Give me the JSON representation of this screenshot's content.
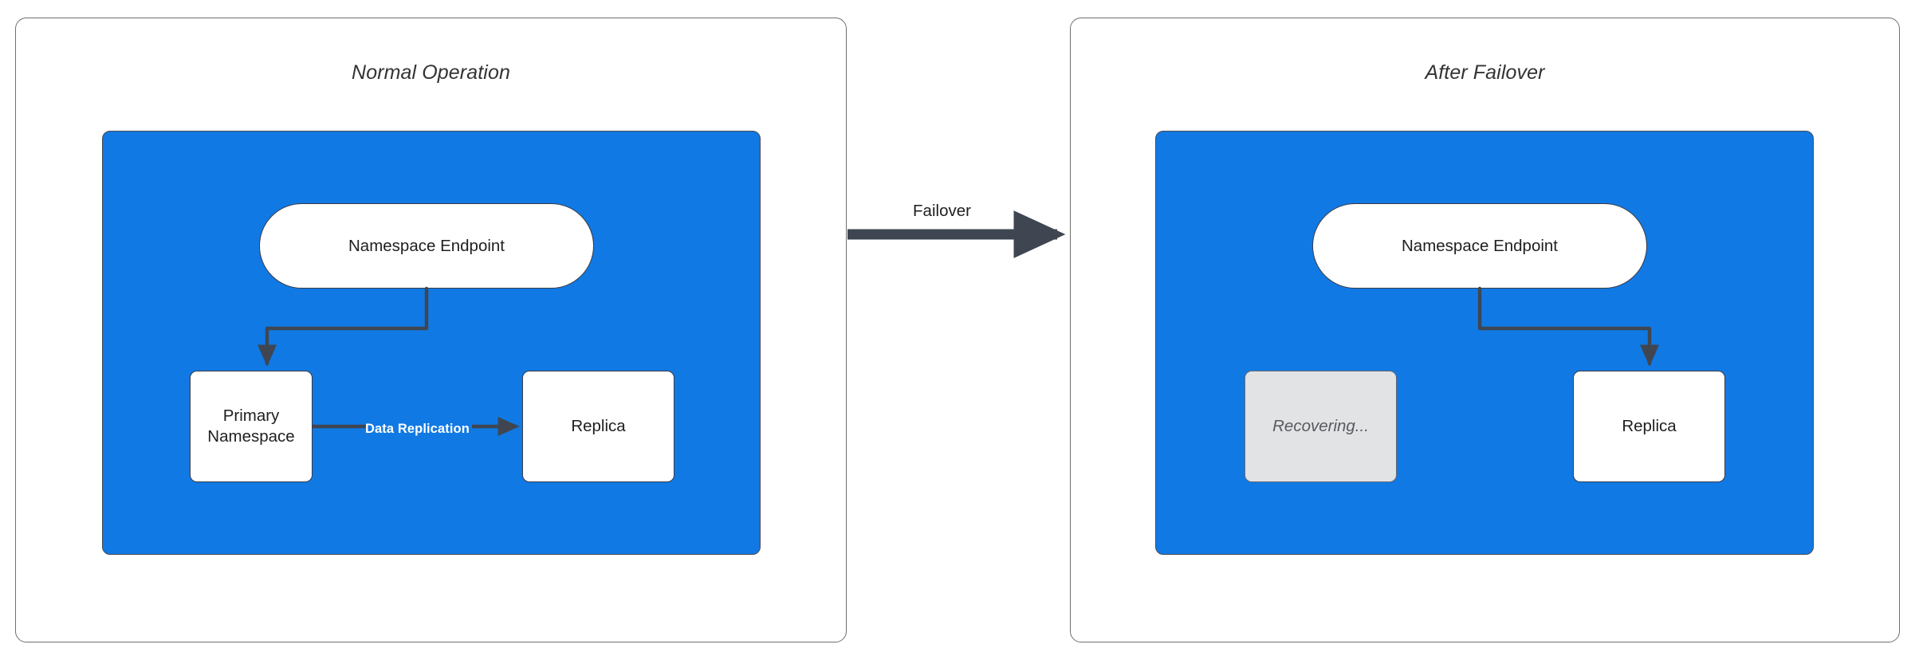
{
  "diagram": {
    "type": "failover-architecture-diagram",
    "background": "#ffffff",
    "accent_blue": "#1179e3",
    "stroke_dark": "#3b3b45",
    "greyed_fill": "#e2e3e5"
  },
  "panels": [
    {
      "id": "normal",
      "title": "Normal Operation",
      "nodes": [
        {
          "id": "endpoint",
          "label": "Namespace Endpoint",
          "shape": "stadium",
          "state": "active"
        },
        {
          "id": "primary",
          "label": "Primary\nNamespace",
          "label_line1": "Primary",
          "label_line2": "Namespace",
          "shape": "rect",
          "state": "active"
        },
        {
          "id": "replica",
          "label": "Replica",
          "shape": "rect",
          "state": "active"
        }
      ],
      "edges": [
        {
          "from": "endpoint",
          "to": "primary",
          "label": "",
          "style": "elbow-arrow"
        },
        {
          "from": "primary",
          "to": "replica",
          "label": "Data Replication",
          "style": "straight-arrow",
          "label_color": "#ffffff"
        }
      ]
    },
    {
      "id": "failover",
      "title": "After Failover",
      "nodes": [
        {
          "id": "endpoint",
          "label": "Namespace Endpoint",
          "shape": "stadium",
          "state": "active"
        },
        {
          "id": "recovering",
          "label": "Recovering...",
          "shape": "rect",
          "state": "greyed"
        },
        {
          "id": "replica",
          "label": "Replica",
          "shape": "rect",
          "state": "active"
        }
      ],
      "edges": [
        {
          "from": "endpoint",
          "to": "replica",
          "label": "",
          "style": "elbow-arrow"
        }
      ]
    }
  ],
  "transition": {
    "label": "Failover",
    "from_panel": "normal",
    "to_panel": "failover",
    "arrow_color": "#3f4652"
  }
}
